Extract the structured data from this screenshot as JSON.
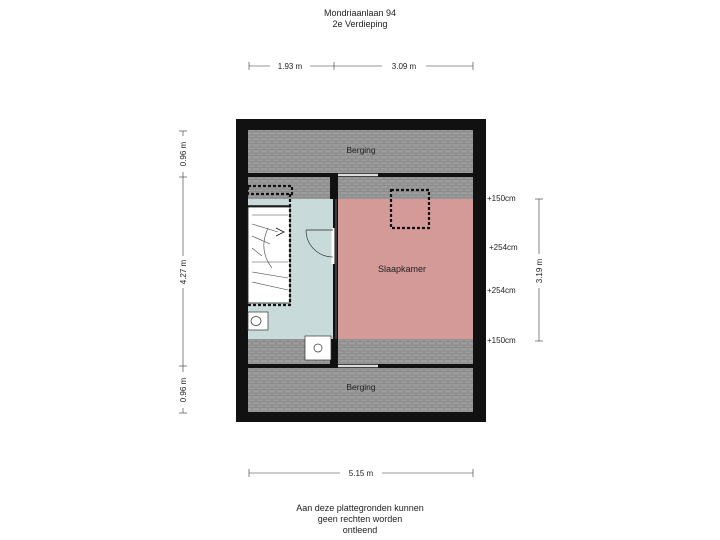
{
  "header": {
    "address": "Mondriaanlaan 94",
    "floor": "2e Verdieping"
  },
  "dimensions": {
    "top_left": "1.93 m",
    "top_right": "3.09 m",
    "bottom": "5.15 m",
    "left_top": "0.96 m",
    "left_middle": "4.27 m",
    "left_bottom": "0.96 m",
    "right": "3.19 m"
  },
  "rooms": {
    "storage_top": "Berging",
    "storage_bottom": "Berging",
    "bedroom": "Slaapkamer"
  },
  "heights": {
    "h1": "+150cm",
    "h2": "+254cm",
    "h3": "+254cm",
    "h4": "+150cm"
  },
  "footer": {
    "line1": "Aan deze plattegronden kunnen",
    "line2": "geen rechten worden",
    "line3": "ontleend"
  },
  "colors": {
    "wall": "#111111",
    "roof_tile": "#9a9a9a",
    "bedroom": "#d49a98",
    "landing": "#c9dadb"
  }
}
